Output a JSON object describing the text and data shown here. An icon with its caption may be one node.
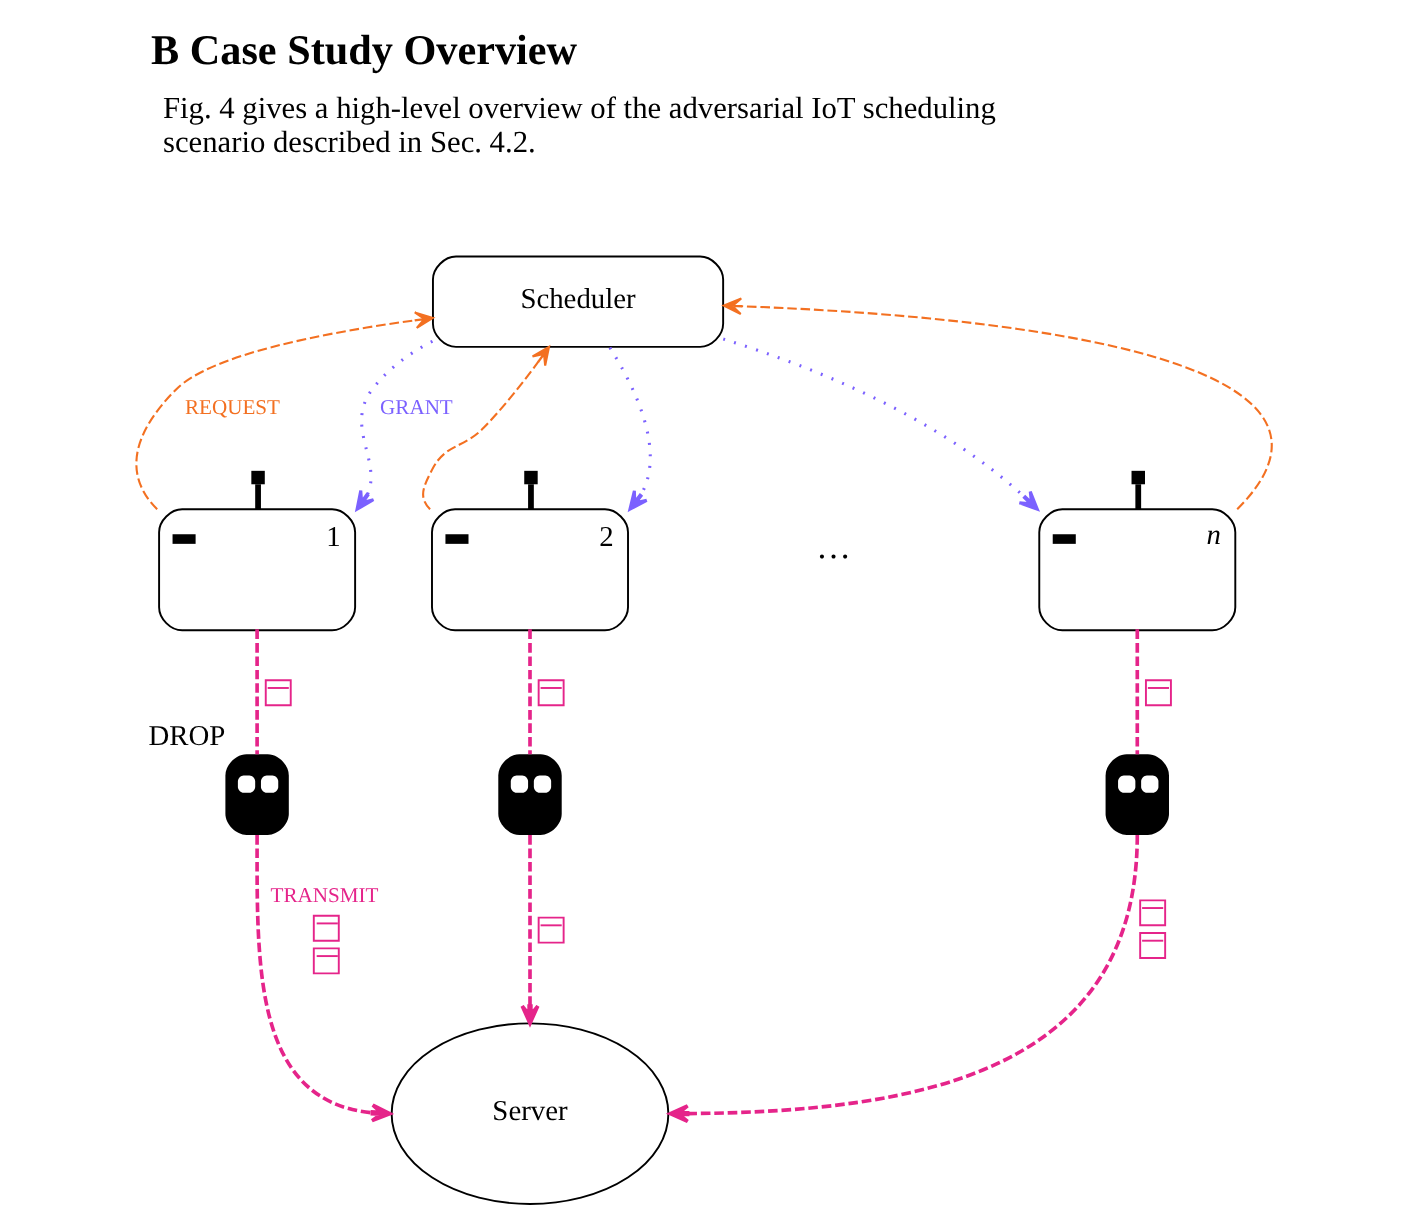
{
  "diagram": {
    "title": "B Case Study Overview",
    "nodes": [
      {
        "text": [
          "Scheduler"
        ]
      },
      {
        "text": [
          "1"
        ]
      },
      {
        "text": [
          "2"
        ]
      },
      {
        "text": [
          "n"
        ]
      },
      {
        "text": [],
        "shape": "ghost",
        "beside": [
          "DROP"
        ]
      },
      {
        "text": [],
        "shape": "ghost"
      },
      {
        "text": [],
        "shape": "ghost"
      },
      {
        "text": [
          "Server"
        ]
      }
    ],
    "edges": [
      {
        "from": 1,
        "to": 0,
        "arrow": "to",
        "label": "REQUEST",
        "style": "dashed",
        "color": "#f37021"
      },
      {
        "from": 0,
        "to": 1,
        "arrow": "to",
        "label": "GRANT",
        "style": "dashed",
        "color": "#7b61ff"
      },
      {
        "from": 2,
        "to": 0,
        "arrow": "to",
        "style": "dashed",
        "color": "#f37021"
      },
      {
        "from": 0,
        "to": 2,
        "arrow": "to",
        "style": "dashed",
        "color": "#7b61ff"
      },
      {
        "from": 0,
        "to": 3,
        "arrow": "to",
        "style": "dashed",
        "color": "#7b61ff"
      },
      {
        "from": 3,
        "to": 0,
        "arrow": "to",
        "style": "dashed",
        "color": "#f37021"
      },
      {
        "from": 1,
        "to": 4,
        "arrow": "none",
        "style": "dashed",
        "color": "#e5248a"
      },
      {
        "from": 4,
        "to": 7,
        "arrow": "to",
        "label": "TRANSMIT",
        "style": "dashed",
        "color": "#e5248a"
      },
      {
        "from": 2,
        "to": 5,
        "arrow": "none",
        "style": "dashed",
        "color": "#e5248a"
      },
      {
        "from": 5,
        "to": 7,
        "arrow": "to",
        "style": "dashed",
        "color": "#e5248a"
      },
      {
        "from": 3,
        "to": 6,
        "arrow": "none",
        "style": "dashed",
        "color": "#e5248a"
      },
      {
        "from": 6,
        "to": 7,
        "arrow": "to",
        "style": "dashed",
        "color": "#e5248a"
      }
    ],
    "labels": [
      "Fig. 4 gives a high-level overview of the adversarial IoT scheduling scenario described in Sec. 4.2.",
      "…"
    ]
  }
}
